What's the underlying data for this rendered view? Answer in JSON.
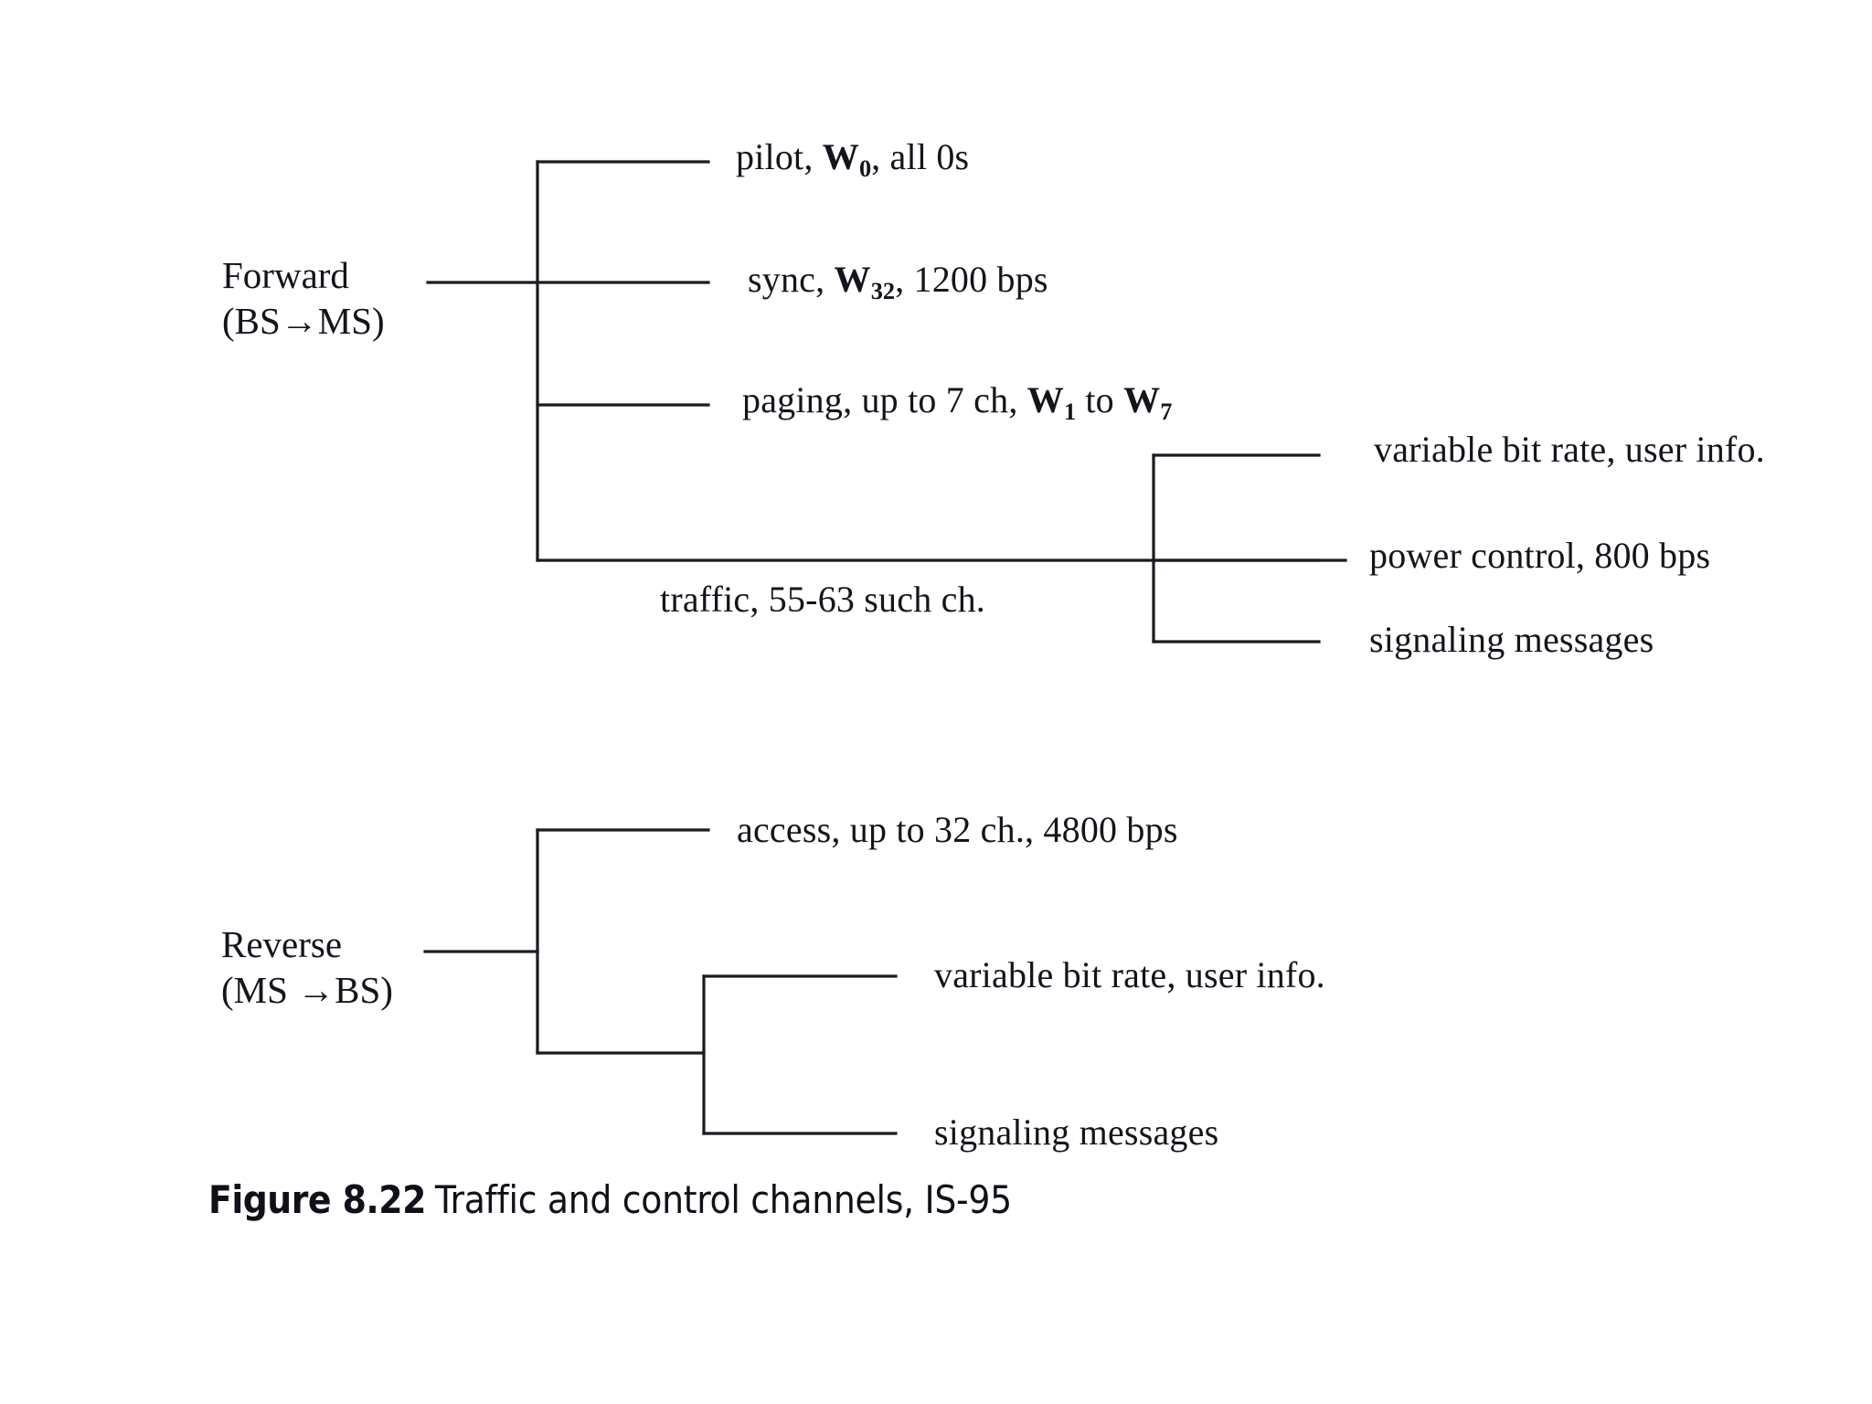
{
  "figure": {
    "number": "Figure 8.22",
    "title": "Traffic and control channels, IS-95",
    "type": "tree-diagram"
  },
  "forward": {
    "side_label_line1": "Forward",
    "side_label_line2": "(BS→MS)",
    "branches": [
      {
        "id": "pilot",
        "text_before": "pilot, ",
        "code": "W",
        "code_sub": "0",
        "text_after": ", all 0s",
        "full_text": "pilot, W0, all 0s"
      },
      {
        "id": "sync",
        "text_before": "sync, ",
        "code": "W",
        "code_sub": "32",
        "text_after": ", 1200 bps",
        "full_text": "sync, W32, 1200 bps"
      },
      {
        "id": "paging",
        "text_before": "paging, up to 7 ch, ",
        "code": "W",
        "code_sub": "1",
        "text_mid": " to ",
        "code2": "W",
        "code2_sub": "7",
        "text_after": "",
        "full_text": "paging, up to 7 ch, W1 to W7"
      },
      {
        "id": "traffic",
        "full_text": "traffic, 55-63 such ch."
      }
    ],
    "traffic_sub_branches": [
      {
        "id": "variable-bit-rate",
        "label": "variable bit rate, user info."
      },
      {
        "id": "power-control",
        "label": "power control, 800 bps"
      },
      {
        "id": "signaling-messages",
        "label": "signaling messages"
      }
    ]
  },
  "reverse": {
    "side_label_line1": "Reverse",
    "side_label_line2": "(MS →BS)",
    "branches": [
      {
        "id": "access",
        "label": "access, up to 32 ch., 4800 bps"
      }
    ],
    "traffic_sub_branches": [
      {
        "id": "variable-bit-rate",
        "label": "variable bit rate, user info."
      },
      {
        "id": "signaling-messages",
        "label": "signaling messages"
      }
    ]
  },
  "colors": {
    "line": "#1a1a22",
    "text": "#14141c",
    "background": "#ffffff"
  }
}
